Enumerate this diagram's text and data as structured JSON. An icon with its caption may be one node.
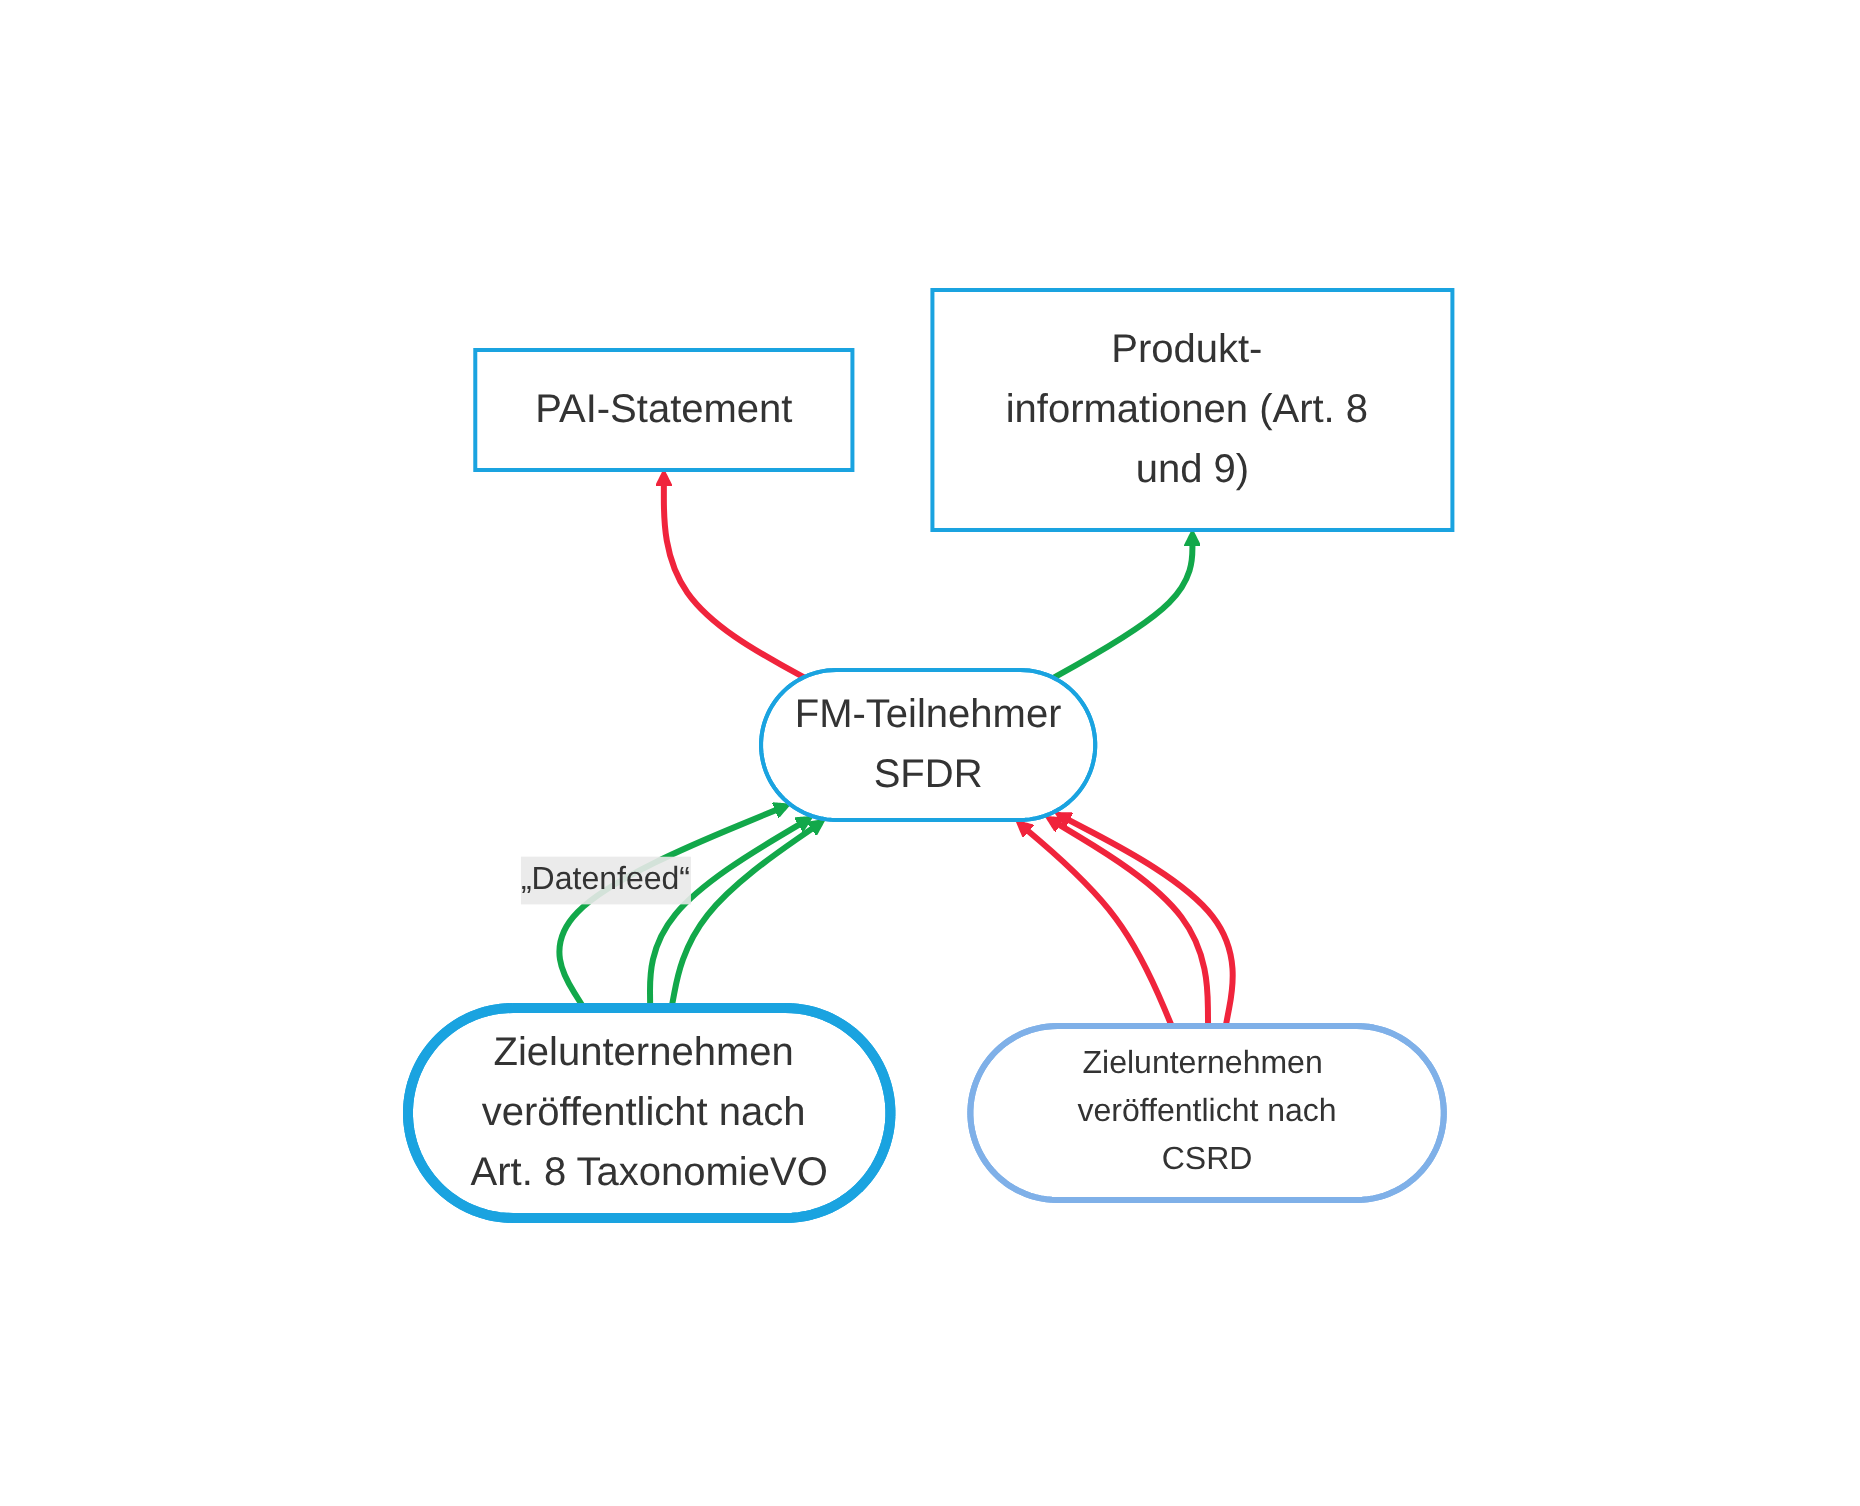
{
  "diagram": {
    "nodes": [
      {
        "text": [
          "FM-Teilnehmer",
          "SFDR"
        ]
      },
      {
        "text": [
          "PAI-Statement"
        ]
      },
      {
        "text": [
          "Produkt- informationen (Art. 8 und 9)"
        ]
      },
      {
        "text": [
          "Zielunternehmen veröffentlicht nach Art. 8 TaxonomieVO"
        ]
      },
      {
        "text": [
          "Zielunternehmen veröffentlicht nach",
          "CSRD"
        ]
      }
    ],
    "edges": [
      {
        "from": 0,
        "to": 1,
        "arrow": "to",
        "color": "#f0243c"
      },
      {
        "from": 0,
        "to": 2,
        "arrow": "to",
        "color": "#12a84a"
      },
      {
        "from": 3,
        "to": 0,
        "arrow": "to",
        "color": "#12a84a",
        "label": "„Datenfeed“"
      },
      {
        "from": 3,
        "to": 0,
        "arrow": "to",
        "color": "#12a84a"
      },
      {
        "from": 3,
        "to": 0,
        "arrow": "to",
        "color": "#12a84a"
      },
      {
        "from": 4,
        "to": 0,
        "arrow": "to",
        "color": "#f0243c"
      },
      {
        "from": 4,
        "to": 0,
        "arrow": "to",
        "color": "#f0243c"
      },
      {
        "from": 4,
        "to": 0,
        "arrow": "to",
        "color": "#f0243c"
      }
    ]
  }
}
